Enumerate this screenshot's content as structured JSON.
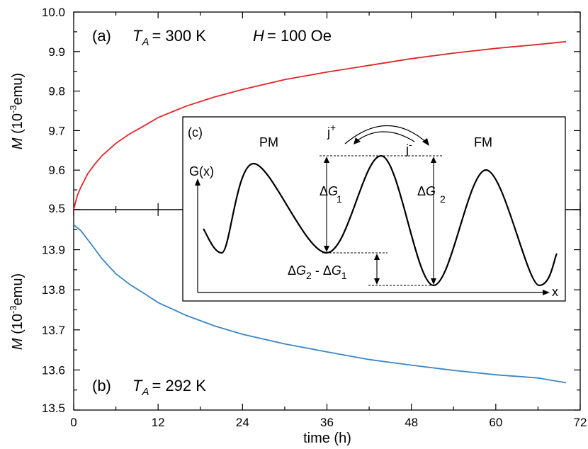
{
  "chart_data": [
    {
      "type": "line",
      "panel": "(a)",
      "annotation": {
        "label": "(a)",
        "ta_var": "T",
        "ta_sub": "A",
        "ta_value": "= 300 K",
        "h_var": "H",
        "h_value": "= 100 Oe"
      },
      "ylabel": {
        "var": "M",
        "unit_open": " (10",
        "exp": "-3",
        "unit_close": "emu)"
      },
      "xlim": [
        0,
        72
      ],
      "ylim": [
        9.5,
        10.0
      ],
      "yticks": [
        "9.5",
        "9.6",
        "9.7",
        "9.8",
        "9.9",
        "10.0"
      ],
      "series": [
        {
          "color": "#e0262a",
          "x": [
            0,
            0.5,
            1,
            2,
            3,
            4,
            6,
            8,
            10,
            12,
            16,
            20,
            24,
            30,
            36,
            42,
            48,
            54,
            60,
            66,
            70
          ],
          "y": [
            9.5,
            9.535,
            9.556,
            9.591,
            9.615,
            9.636,
            9.668,
            9.692,
            9.712,
            9.733,
            9.762,
            9.785,
            9.804,
            9.829,
            9.848,
            9.865,
            9.882,
            9.896,
            9.908,
            9.918,
            9.925
          ]
        }
      ]
    },
    {
      "type": "line",
      "panel": "(b)",
      "annotation": {
        "label": "(b)",
        "ta_var": "T",
        "ta_sub": "A",
        "ta_value": "= 292 K"
      },
      "ylabel": {
        "var": "M",
        "unit_open": " (10",
        "exp": "-3",
        "unit_close": "emu)"
      },
      "xlabel": "time (h)",
      "xlim": [
        0,
        72
      ],
      "xticks": [
        "0",
        "12",
        "24",
        "36",
        "48",
        "60",
        "72"
      ],
      "ylim": [
        13.5,
        14.0
      ],
      "yticks": [
        "13.5",
        "13.6",
        "13.7",
        "13.8",
        "13.9"
      ],
      "series": [
        {
          "color": "#3a85c6",
          "x": [
            0,
            0.5,
            1,
            2,
            3,
            4,
            6,
            8,
            10,
            12,
            16,
            20,
            24,
            30,
            36,
            42,
            48,
            54,
            60,
            66,
            70
          ],
          "y": [
            13.962,
            13.955,
            13.948,
            13.925,
            13.902,
            13.878,
            13.84,
            13.813,
            13.791,
            13.768,
            13.736,
            13.71,
            13.689,
            13.665,
            13.645,
            13.626,
            13.612,
            13.599,
            13.588,
            13.58,
            13.568
          ]
        }
      ]
    }
  ],
  "inset": {
    "label": "(c)",
    "ylabel": "G(x)",
    "xlabel": "x",
    "phase_left": "PM",
    "phase_right": "FM",
    "jplus": {
      "base": "j",
      "sup": "+"
    },
    "jminus": {
      "base": "j",
      "sup": "-"
    },
    "dg1": {
      "delta": "Δ",
      "var": "G",
      "sub": "1"
    },
    "dg2": {
      "delta": "Δ",
      "var": "G",
      "sub": "2"
    },
    "dgdiff": {
      "delta1": "Δ",
      "var1": "G",
      "sub1": "2",
      "mid": " - Δ",
      "var2": "G",
      "sub2": "1"
    }
  }
}
